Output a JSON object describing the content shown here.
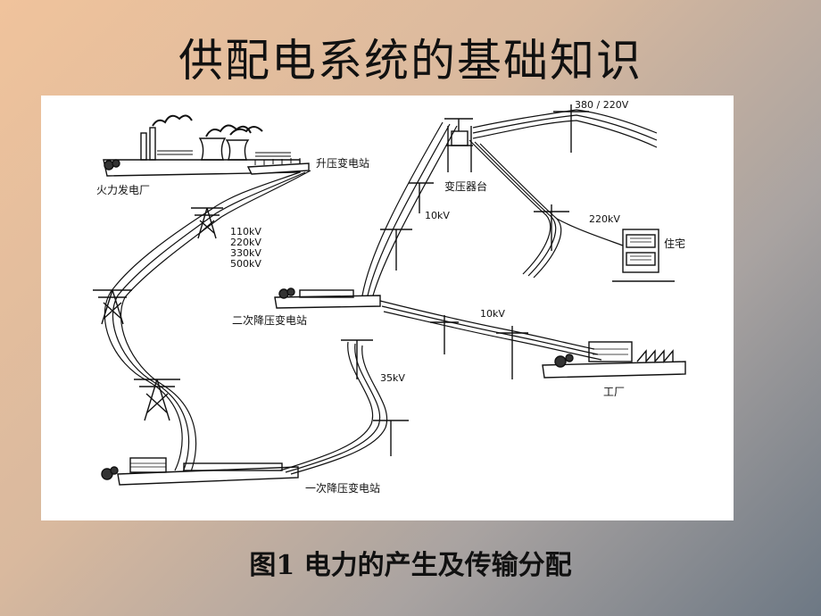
{
  "slide": {
    "title": "供配电系统的基础知识",
    "caption": "图1 电力的产生及传输分配"
  },
  "diagram": {
    "labels": {
      "power_plant": "火力发电厂",
      "step_up_substation": "升压变电站",
      "hv_voltages": [
        "110kV",
        "220kV",
        "330kV",
        "500kV"
      ],
      "primary_step_down": "一次降压变电站",
      "secondary_step_down": "二次降压变电站",
      "transformer_platform": "变压器台",
      "residence": "住宅",
      "factory": "工厂",
      "v_35kv": "35kV",
      "v_10kv_upper": "10kV",
      "v_10kv_lower": "10kV",
      "v_220v": "220kV",
      "v_380_220": "380 / 220V"
    }
  }
}
